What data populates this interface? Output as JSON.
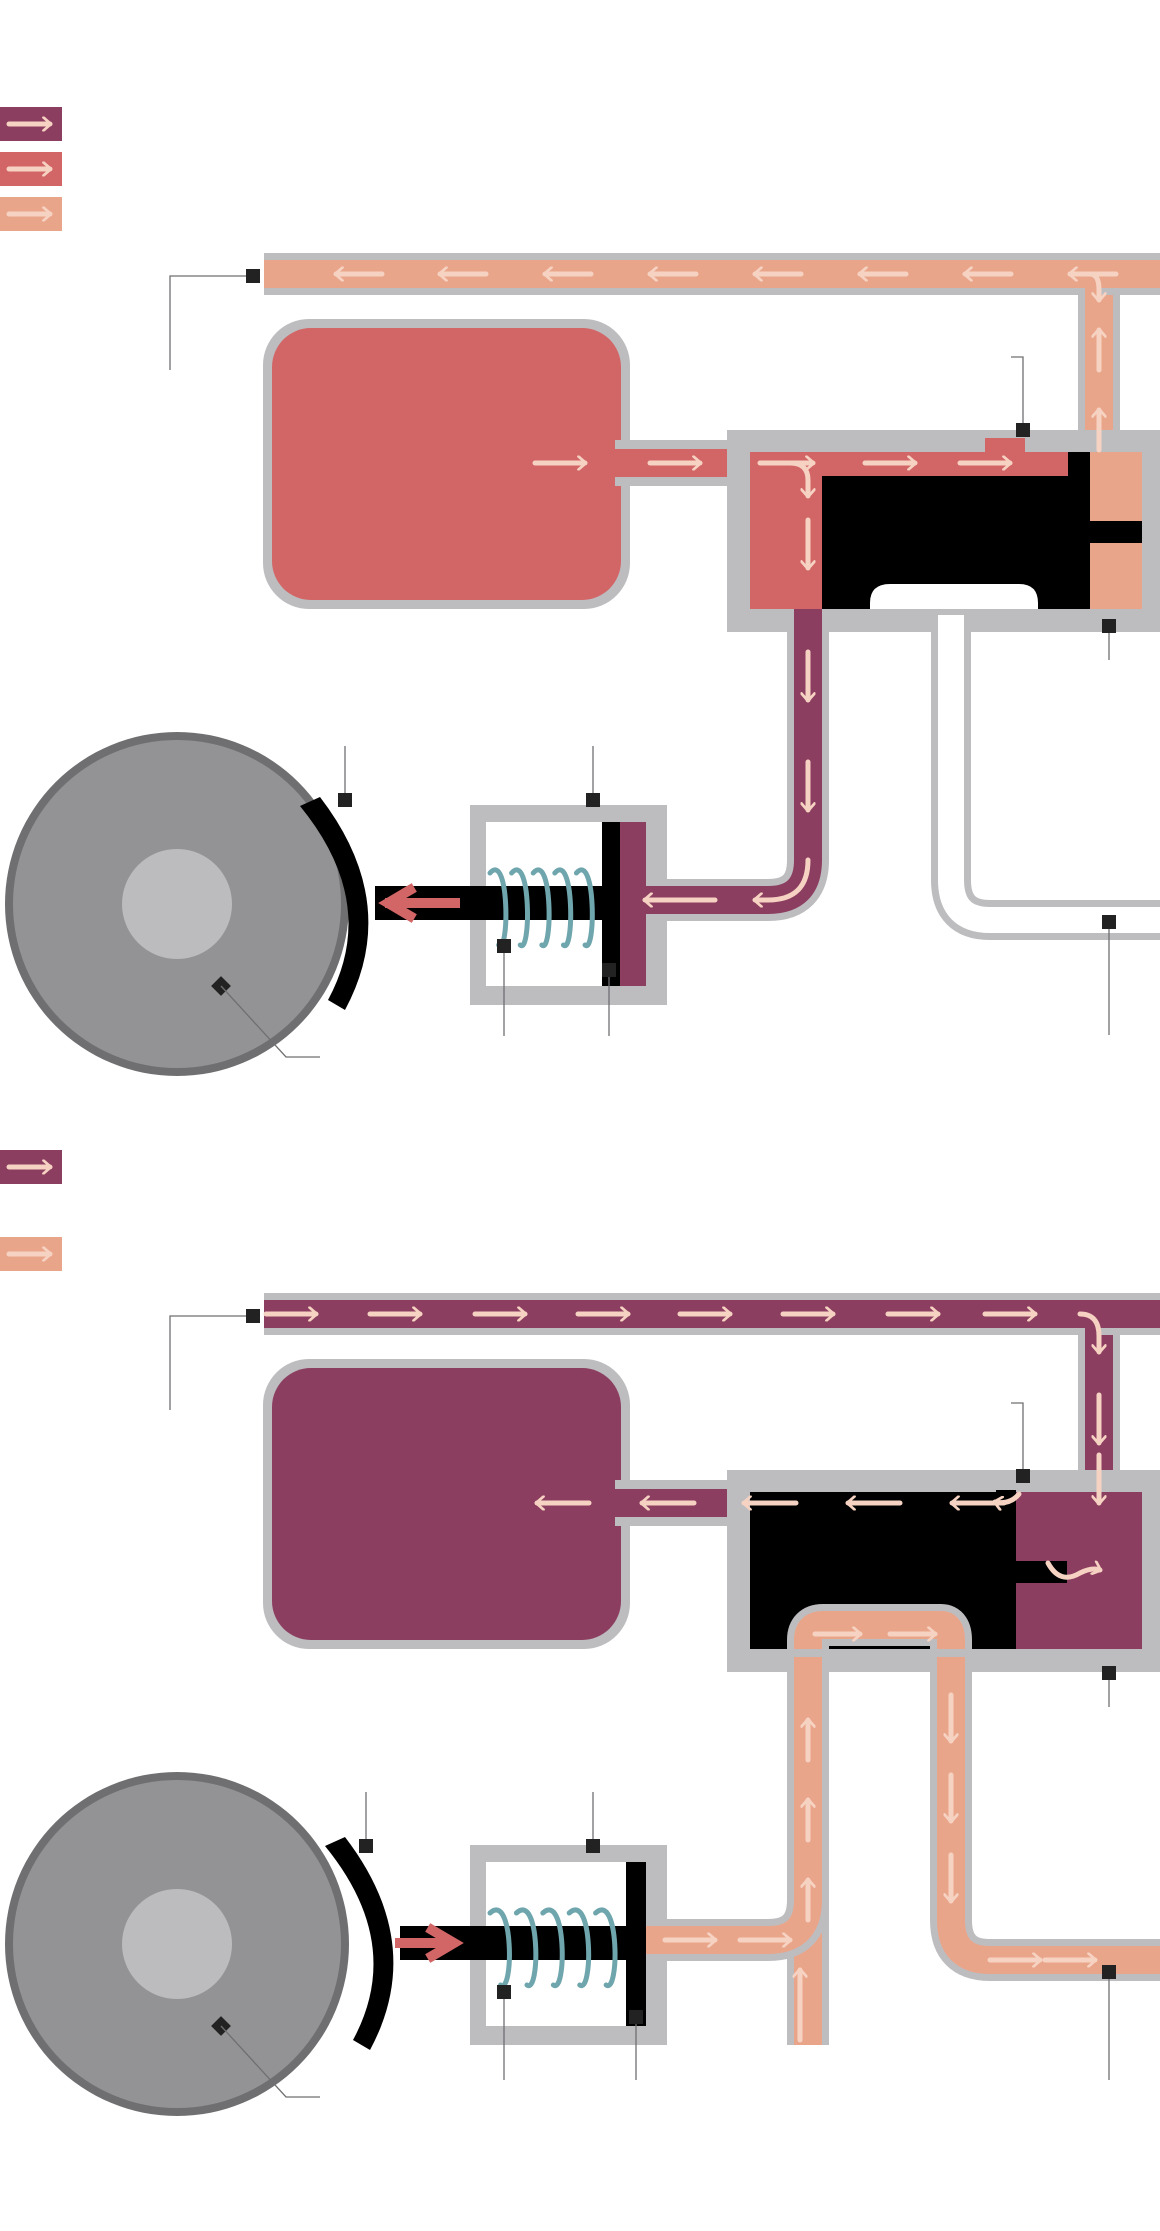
{
  "colors": {
    "high_pressure": "#8c3e60",
    "medium_pressure": "#d26566",
    "low_pressure": "#e9a58a",
    "arrow": "#f6d2c2",
    "pipe_casing": "#bdbdc0",
    "piston": "#000000",
    "spring": "#6fa6ad",
    "drum": "#939396",
    "drum_rim": "#6f6f72",
    "drum_hub": "#bcbcbf",
    "marker": "#222222",
    "leader_line": "#6f6f72"
  },
  "legend": {
    "top": [
      {
        "id": "high",
        "color_key": "high_pressure",
        "icon": "arrow-right-icon"
      },
      {
        "id": "medium",
        "color_key": "medium_pressure",
        "icon": "arrow-right-icon"
      },
      {
        "id": "low",
        "color_key": "low_pressure",
        "icon": "arrow-right-icon"
      }
    ],
    "bottom": [
      {
        "id": "high",
        "color_key": "high_pressure",
        "icon": "arrow-right-icon"
      },
      {
        "id": "low",
        "color_key": "low_pressure",
        "icon": "arrow-right-icon"
      }
    ]
  },
  "panels": [
    {
      "id": "brakes-applied",
      "state": "applied",
      "train_pipe": "low_pressure",
      "reservoir": "medium_pressure",
      "brake_cylinder": "high_pressure",
      "exhaust_pipe": "empty"
    },
    {
      "id": "brakes-released",
      "state": "released",
      "train_pipe": "high_pressure",
      "reservoir": "high_pressure",
      "brake_cylinder": "low_pressure",
      "exhaust_pipe": "low_pressure"
    }
  ]
}
